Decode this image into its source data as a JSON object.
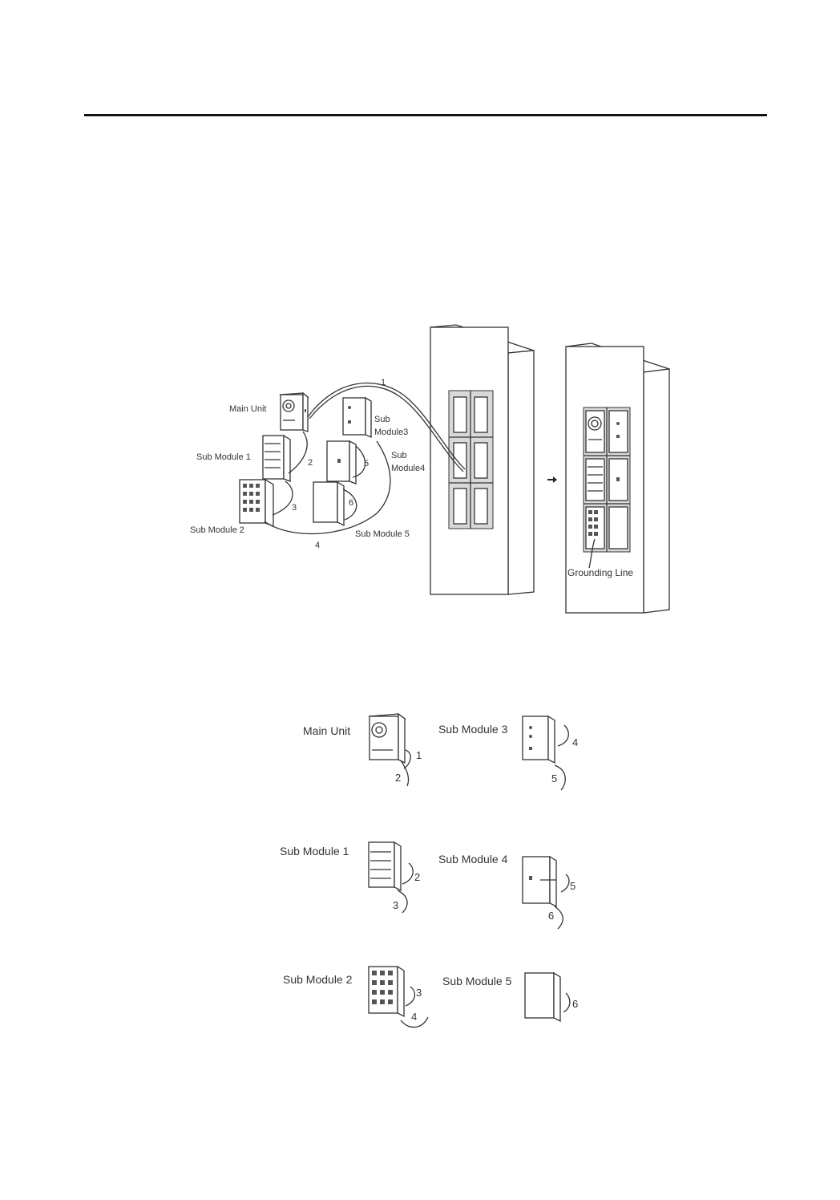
{
  "header": {
    "rule": "page header rule"
  },
  "figure1": {
    "labels": {
      "main_unit": "Main Unit",
      "sub_module_1": "Sub Module 1",
      "sub_module_2": "Sub Module 2",
      "sub_module_3_a": "Sub",
      "sub_module_3_b": "Module3",
      "sub_module_4_a": "Sub",
      "sub_module_4_b": "Module4",
      "sub_module_5": "Sub Module 5",
      "grounding_line": "Grounding Line"
    },
    "cable_numbers": [
      "1",
      "2",
      "3",
      "4",
      "5",
      "6"
    ]
  },
  "figure2": {
    "modules": [
      {
        "label": "Main Unit",
        "cables": [
          "1",
          "2"
        ]
      },
      {
        "label": "Sub Module 3",
        "cables": [
          "4",
          "5"
        ]
      },
      {
        "label": "Sub Module 1",
        "cables": [
          "2",
          "3"
        ]
      },
      {
        "label": "Sub Module 4",
        "cables": [
          "5",
          "6"
        ]
      },
      {
        "label": "Sub Module 2",
        "cables": [
          "3",
          "4"
        ]
      },
      {
        "label": "Sub Module 5",
        "cables": [
          "6"
        ]
      }
    ]
  }
}
